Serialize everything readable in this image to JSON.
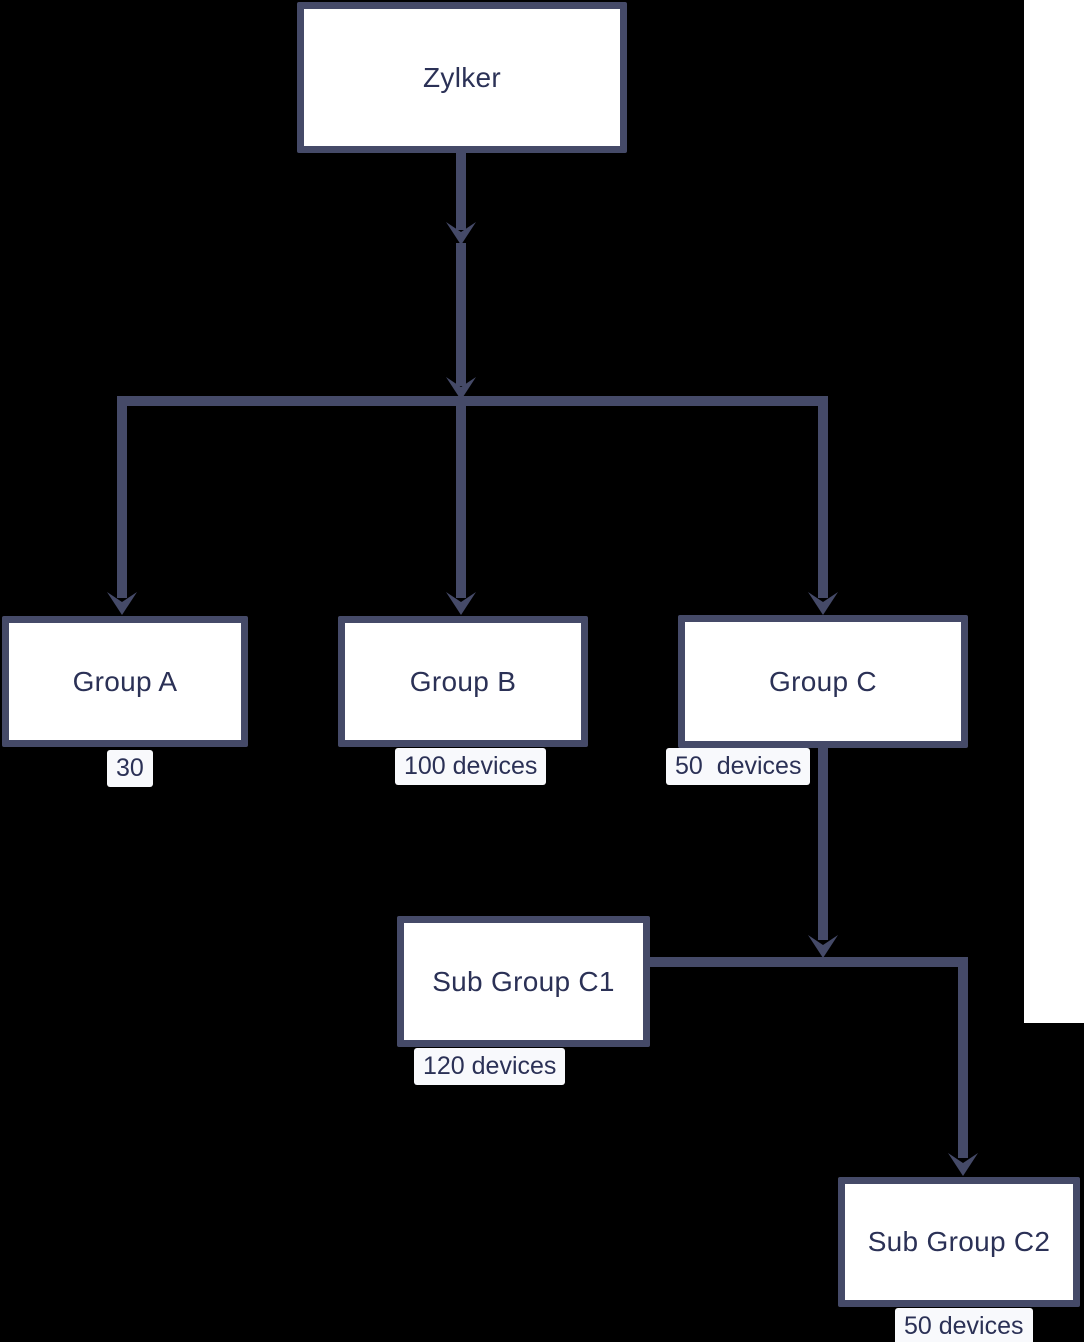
{
  "diagram": {
    "type": "hierarchy-flowchart",
    "colors": {
      "background": "#000000",
      "connector": "#454a68",
      "node_border": "#454a68",
      "node_fill": "#ffffff",
      "node_text": "#2b3156",
      "badge_bg": "#f8f9fc",
      "badge_text": "#2b3156",
      "side_strip": "#ffffff"
    },
    "nodes": [
      {
        "id": "zylker",
        "label": "Zylker"
      },
      {
        "id": "group-a",
        "label": "Group A",
        "badge": "30"
      },
      {
        "id": "group-b",
        "label": "Group B",
        "badge": "100 devices"
      },
      {
        "id": "group-c",
        "label": "Group C",
        "badge": "50  devices"
      },
      {
        "id": "sub-group-c1",
        "label": "Sub Group C1",
        "badge": "120 devices"
      },
      {
        "id": "sub-group-c2",
        "label": "Sub Group C2",
        "badge": "50 devices"
      }
    ],
    "edges": [
      {
        "from": "Zylker",
        "to": "Group A"
      },
      {
        "from": "Zylker",
        "to": "Group B"
      },
      {
        "from": "Zylker",
        "to": "Group C"
      },
      {
        "from": "Group C",
        "to": "Sub Group C1"
      },
      {
        "from": "Sub Group C1",
        "to": "Sub Group C2"
      }
    ]
  }
}
